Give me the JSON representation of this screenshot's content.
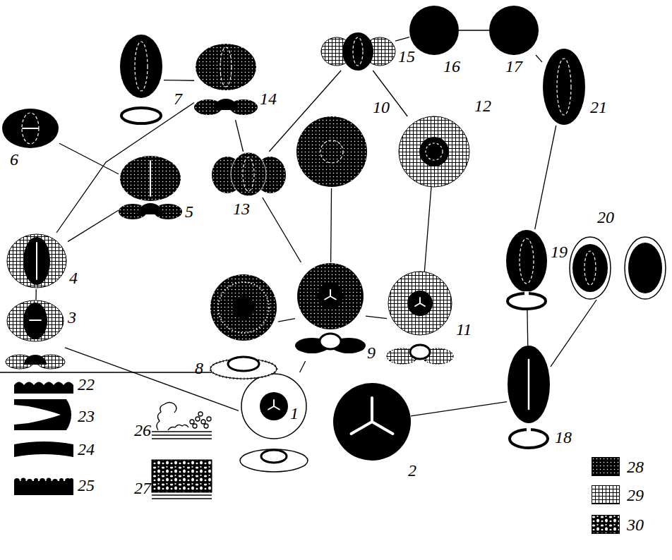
{
  "diagram": {
    "nodes": [
      {
        "text": [
          "1"
        ]
      },
      {
        "text": [
          "2"
        ]
      },
      {
        "text": [
          "3"
        ]
      },
      {
        "text": [
          "4"
        ]
      },
      {
        "text": [
          "5"
        ]
      },
      {
        "text": [
          "6"
        ]
      },
      {
        "text": [
          "7"
        ]
      },
      {
        "text": [
          "8"
        ]
      },
      {
        "text": [
          "9"
        ]
      },
      {
        "text": [
          "10"
        ]
      },
      {
        "text": [
          "11"
        ]
      },
      {
        "text": [
          "12"
        ]
      },
      {
        "text": [
          "13"
        ]
      },
      {
        "text": [
          "14"
        ]
      },
      {
        "text": [
          "15"
        ]
      },
      {
        "text": [
          "16"
        ]
      },
      {
        "text": [
          "17"
        ]
      },
      {
        "text": [
          "18"
        ]
      },
      {
        "text": [
          "19"
        ]
      },
      {
        "text": [
          "20"
        ]
      },
      {
        "text": [
          "21"
        ]
      }
    ],
    "edges": [
      {
        "from": 0,
        "to": 8,
        "arrow": "none"
      },
      {
        "from": 0,
        "to": 2,
        "arrow": "none"
      },
      {
        "from": 1,
        "to": 17,
        "arrow": "none"
      },
      {
        "from": 2,
        "to": 3,
        "arrow": "none"
      },
      {
        "from": 3,
        "to": 4,
        "arrow": "none"
      },
      {
        "from": 3,
        "to": 13,
        "arrow": "none"
      },
      {
        "from": 5,
        "to": 4,
        "arrow": "none"
      },
      {
        "from": 6,
        "to": 13,
        "arrow": "none"
      },
      {
        "from": 13,
        "to": 12,
        "arrow": "none"
      },
      {
        "from": 12,
        "to": 8,
        "arrow": "none"
      },
      {
        "from": 12,
        "to": 14,
        "arrow": "none"
      },
      {
        "from": 7,
        "to": 8,
        "arrow": "none"
      },
      {
        "from": 8,
        "to": 9,
        "arrow": "none"
      },
      {
        "from": 8,
        "to": 10,
        "arrow": "none"
      },
      {
        "from": 10,
        "to": 11,
        "arrow": "none"
      },
      {
        "from": 11,
        "to": 14,
        "arrow": "none"
      },
      {
        "from": 14,
        "to": 15,
        "arrow": "none"
      },
      {
        "from": 15,
        "to": 16,
        "arrow": "none"
      },
      {
        "from": 16,
        "to": 20,
        "arrow": "none"
      },
      {
        "from": 20,
        "to": 18,
        "arrow": "none"
      },
      {
        "from": 18,
        "to": 17,
        "arrow": "none"
      },
      {
        "from": 17,
        "to": 19,
        "arrow": "none"
      }
    ],
    "labels": [
      "22",
      "23",
      "24",
      "25",
      "26",
      "27"
    ],
    "legend": [
      {
        "text": "28"
      },
      {
        "text": "29"
      },
      {
        "text": "30"
      }
    ]
  }
}
